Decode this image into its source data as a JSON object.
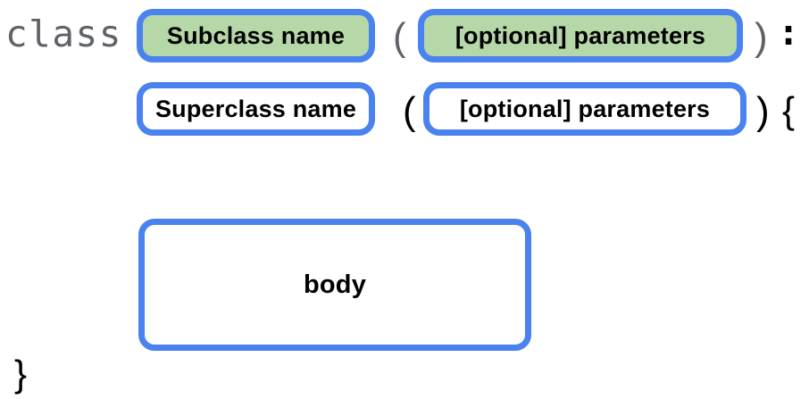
{
  "colors": {
    "border_blue": "#4a82f0",
    "fill_green": "#b6d7a8",
    "fill_white": "#ffffff",
    "gray_text": "#5f6368",
    "black_text": "#000000"
  },
  "line1": {
    "keyword": "class",
    "subclass_box_label": "Subclass name",
    "open_paren": "(",
    "params_box_label": "[optional] parameters",
    "close_paren": ")",
    "colon": ":"
  },
  "line2": {
    "superclass_box_label": "Superclass name",
    "open_paren": "(",
    "params_box_label": "[optional] parameters",
    "close_paren": ")",
    "open_brace": "{"
  },
  "body_box": {
    "label": "body"
  },
  "closing": {
    "close_brace": "}"
  }
}
